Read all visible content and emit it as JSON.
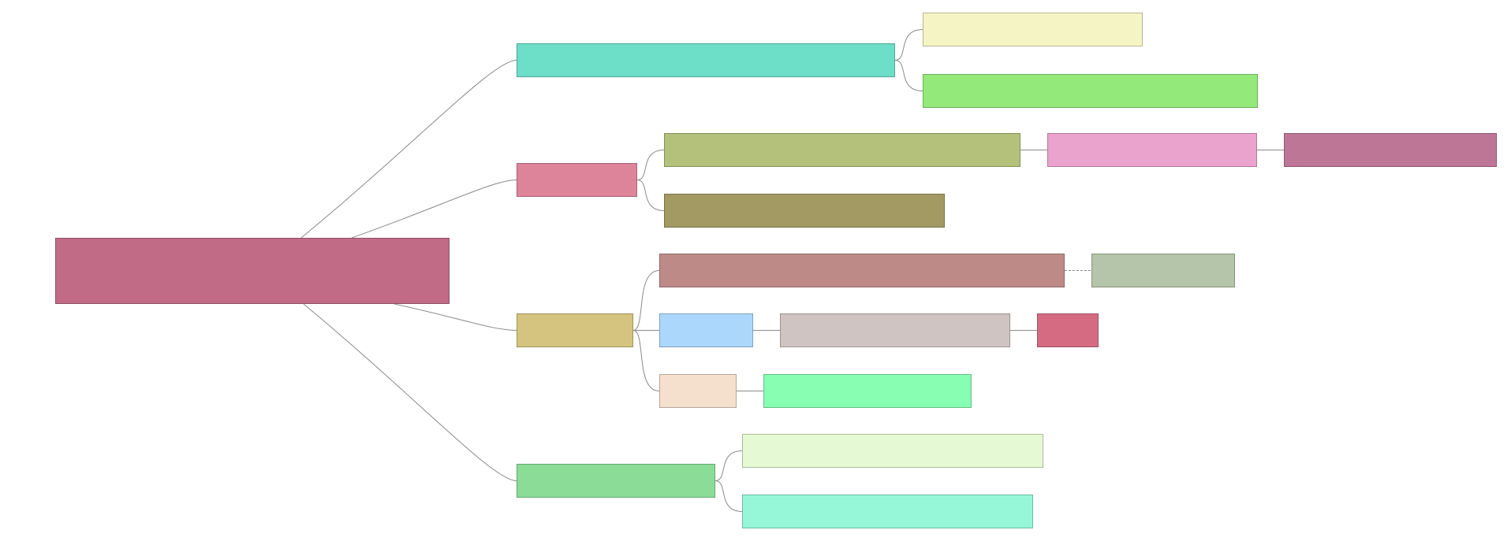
{
  "nodes": [
    {
      "id": "root",
      "label": "",
      "color": "#c26b86"
    },
    {
      "id": "b1",
      "label": "",
      "color": "#6ddec8"
    },
    {
      "id": "b1a",
      "label": "",
      "color": "#f5f4c5"
    },
    {
      "id": "b1b",
      "label": "",
      "color": "#93e97a"
    },
    {
      "id": "b2",
      "label": "",
      "color": "#dd849a"
    },
    {
      "id": "b2a",
      "label": "",
      "color": "#b3c17b"
    },
    {
      "id": "b2a1",
      "label": "",
      "color": "#eaa3cd"
    },
    {
      "id": "b2a2",
      "label": "",
      "color": "#be7696"
    },
    {
      "id": "b2b",
      "label": "",
      "color": "#a29963"
    },
    {
      "id": "b3",
      "label": "",
      "color": "#d5c47f"
    },
    {
      "id": "b3a",
      "label": "",
      "color": "#be8a88"
    },
    {
      "id": "b3a1",
      "label": "",
      "color": "#b5c5a9"
    },
    {
      "id": "b3b",
      "label": "",
      "color": "#acd7fd"
    },
    {
      "id": "b3b1",
      "label": "",
      "color": "#d0c4c2"
    },
    {
      "id": "b3b2",
      "label": "",
      "color": "#d46b83"
    },
    {
      "id": "b3c",
      "label": "",
      "color": "#f5dfcd"
    },
    {
      "id": "b3c1",
      "label": "",
      "color": "#88feb3"
    },
    {
      "id": "b4",
      "label": "",
      "color": "#8adc97"
    },
    {
      "id": "b4a",
      "label": "",
      "color": "#e5fad4"
    },
    {
      "id": "b4b",
      "label": "",
      "color": "#95f7d8"
    }
  ],
  "edges": [
    {
      "from": "root",
      "to": "b1"
    },
    {
      "from": "root",
      "to": "b2"
    },
    {
      "from": "root",
      "to": "b3"
    },
    {
      "from": "root",
      "to": "b4"
    },
    {
      "from": "b1",
      "to": "b1a"
    },
    {
      "from": "b1",
      "to": "b1b"
    },
    {
      "from": "b2",
      "to": "b2a"
    },
    {
      "from": "b2",
      "to": "b2b"
    },
    {
      "from": "b2a",
      "to": "b2a1"
    },
    {
      "from": "b2a1",
      "to": "b2a2"
    },
    {
      "from": "b3",
      "to": "b3a"
    },
    {
      "from": "b3",
      "to": "b3b"
    },
    {
      "from": "b3",
      "to": "b3c"
    },
    {
      "from": "b3a",
      "to": "b3a1",
      "style": "dashed"
    },
    {
      "from": "b3b",
      "to": "b3b1"
    },
    {
      "from": "b3b1",
      "to": "b3b2"
    },
    {
      "from": "b3c",
      "to": "b3c1"
    },
    {
      "from": "b4",
      "to": "b4a"
    },
    {
      "from": "b4",
      "to": "b4b"
    }
  ],
  "edge_color": "#8a8a8a"
}
